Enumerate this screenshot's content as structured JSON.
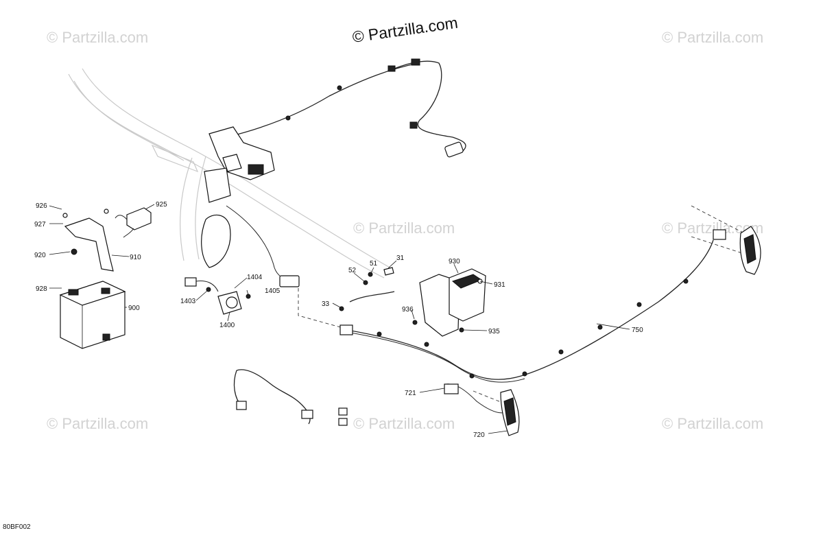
{
  "watermark": {
    "main": "© Partzilla.com",
    "repeat": "© Partzilla.com"
  },
  "diagram_code": "80BF002",
  "callouts": [
    {
      "id": "926",
      "label": "926"
    },
    {
      "id": "927",
      "label": "927"
    },
    {
      "id": "925",
      "label": "925"
    },
    {
      "id": "920",
      "label": "920"
    },
    {
      "id": "910",
      "label": "910"
    },
    {
      "id": "928",
      "label": "928"
    },
    {
      "id": "900",
      "label": "900"
    },
    {
      "id": "1404",
      "label": "1404"
    },
    {
      "id": "1403",
      "label": "1403"
    },
    {
      "id": "1405",
      "label": "1405"
    },
    {
      "id": "1400",
      "label": "1400"
    },
    {
      "id": "52",
      "label": "52"
    },
    {
      "id": "51",
      "label": "51"
    },
    {
      "id": "31",
      "label": "31"
    },
    {
      "id": "33",
      "label": "33"
    },
    {
      "id": "930",
      "label": "930"
    },
    {
      "id": "931",
      "label": "931"
    },
    {
      "id": "936",
      "label": "936"
    },
    {
      "id": "935",
      "label": "935"
    },
    {
      "id": "750",
      "label": "750"
    },
    {
      "id": "721",
      "label": "721"
    },
    {
      "id": "720",
      "label": "720"
    }
  ]
}
